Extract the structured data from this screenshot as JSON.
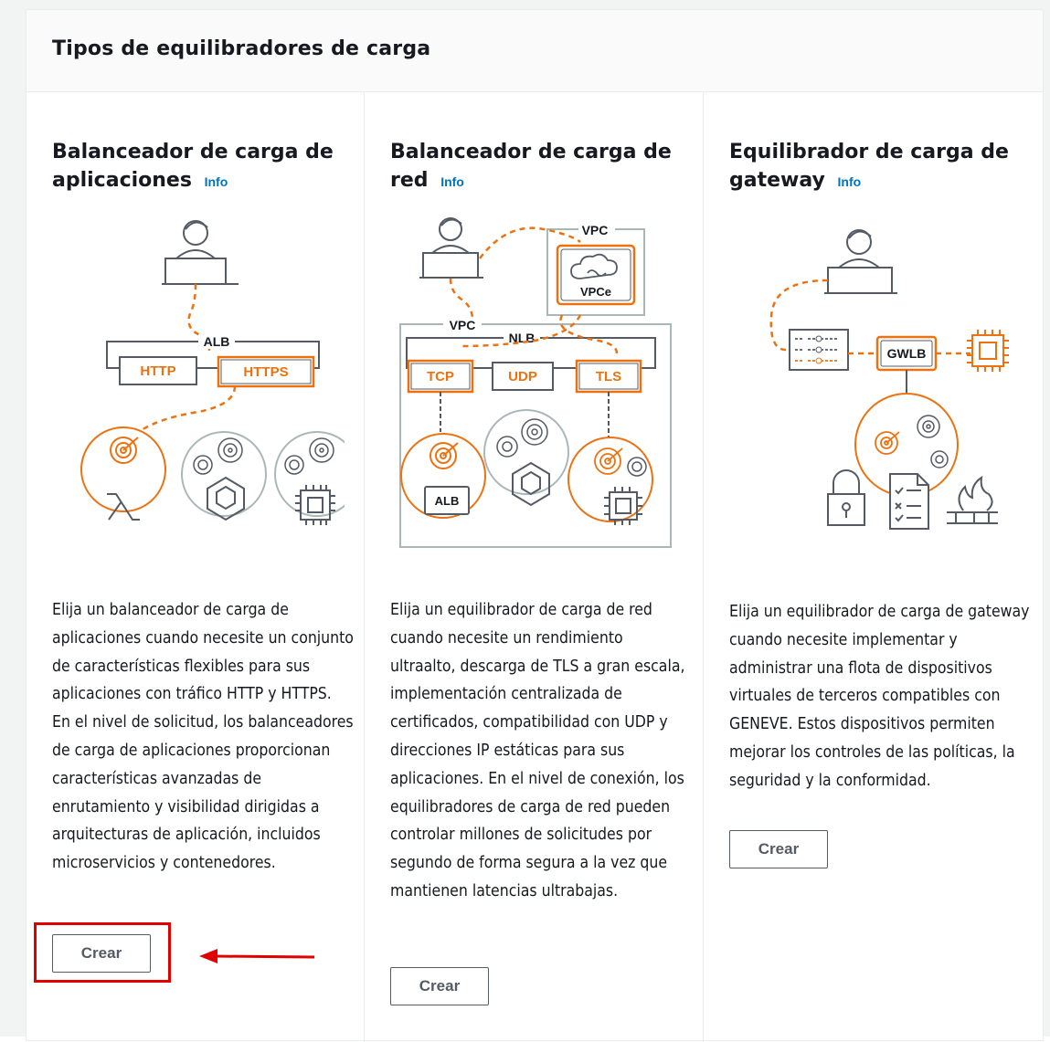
{
  "section": {
    "title": "Tipos de equilibradores de carga"
  },
  "cards": [
    {
      "title": "Balanceador de carga de aplicaciones",
      "info_label": "Info",
      "description": "Elija un balanceador de carga de aplicaciones cuando necesite un conjunto de características flexibles para sus aplicaciones con tráfico HTTP y HTTPS. En el nivel de solicitud, los balanceadores de carga de aplicaciones proporcionan características avanzadas de enrutamiento y visibilidad dirigidas a arquitecturas de aplicación, incluidos microservicios y contenedores.",
      "button_label": "Crear",
      "diagram": {
        "group_label": "ALB",
        "listeners": [
          "HTTP",
          "HTTPS"
        ]
      }
    },
    {
      "title": "Balanceador de carga de red",
      "info_label": "Info",
      "description": "Elija un equilibrador de carga de red cuando necesite un rendimiento ultraalto, descarga de TLS a gran escala, implementación centralizada de certificados, compatibilidad con UDP y direcciones IP estáticas para sus aplicaciones. En el nivel de conexión, los equilibradores de carga de red pueden controlar millones de solicitudes por segundo de forma segura a la vez que mantienen latencias ultrabajas.",
      "button_label": "Crear",
      "diagram": {
        "vpc_label": "VPC",
        "vpce_label": "VPCe",
        "nlb_vpc_label": "VPC",
        "group_label": "NLB",
        "listeners": [
          "TCP",
          "UDP",
          "TLS"
        ],
        "target_label": "ALB"
      }
    },
    {
      "title": "Equilibrador de carga de gateway",
      "info_label": "Info",
      "description": "Elija un equilibrador de carga de gateway cuando necesite implementar y administrar una flota de dispositivos virtuales de terceros compatibles con GENEVE. Estos dispositivos permiten mejorar los controles de las políticas, la seguridad y la conformidad.",
      "button_label": "Crear",
      "diagram": {
        "group_label": "GWLB"
      }
    }
  ],
  "colors": {
    "accent_orange": "#ec7211",
    "link_blue": "#0073bb",
    "annotation_red": "#e00000",
    "line_gray": "#545b64"
  },
  "icons": [
    "user-at-laptop-icon",
    "target-icon",
    "lambda-icon",
    "container-icon",
    "chip-icon",
    "cloud-icon",
    "lock-icon",
    "checklist-icon",
    "firewall-icon",
    "routing-table-icon",
    "arrow-left-icon"
  ]
}
